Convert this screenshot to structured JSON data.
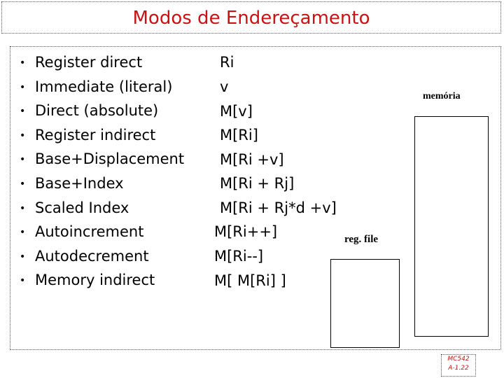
{
  "slide": {
    "title": "Modos de Endereçamento",
    "modes": [
      {
        "name": "Register direct",
        "notation": "Ri"
      },
      {
        "name": "Immediate (literal)",
        "notation": "v"
      },
      {
        "name": "Direct (absolute)",
        "notation": "M[v]"
      },
      {
        "name": "Register indirect",
        "notation": "M[Ri]"
      },
      {
        "name": "Base+Displacement",
        "notation": "M[Ri +v]"
      },
      {
        "name": "Base+Index",
        "notation": "M[Ri + Rj]"
      },
      {
        "name": "Scaled Index",
        "notation": "M[Ri + Rj*d +v]"
      },
      {
        "name": "Autoincrement",
        "notation": "M[Ri++]"
      },
      {
        "name": "Autodecrement",
        "notation": "M[Ri--]"
      },
      {
        "name": "Memory indirect",
        "notation": "M[ M[Ri] ]"
      }
    ],
    "bullet": "•",
    "memory_label": "memória",
    "regfile_label": "reg. file",
    "footer": {
      "course": "MC542",
      "page": "A-1.22"
    },
    "colors": {
      "title": "#cc1111",
      "footer": "#cc1111"
    }
  }
}
